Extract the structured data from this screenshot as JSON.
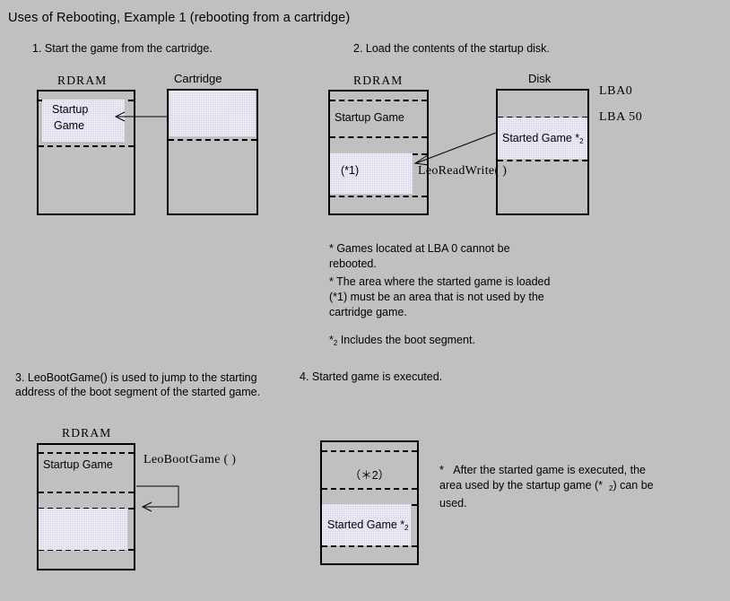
{
  "page": {
    "title": "Uses of Rebooting, Example 1 (rebooting from a cartridge)",
    "background_color": "#c0c0c0",
    "shade_color": "#ccccea",
    "line_color": "#000000"
  },
  "steps": [
    {
      "id": "step-1",
      "heading": "1. Start the game from the cartridge.",
      "boxes": [
        {
          "id": "rdram-1",
          "label": "RDRAM",
          "regions": [
            "Startup Game"
          ]
        },
        {
          "id": "cartridge-1",
          "label": "Cartridge",
          "regions": [
            ""
          ]
        }
      ]
    },
    {
      "id": "step-2",
      "heading": "2. Load the contents of the startup disk.",
      "boxes": [
        {
          "id": "rdram-2",
          "label": "RDRAM",
          "regions": [
            "Startup Game",
            "(*1)"
          ]
        },
        {
          "id": "disk-2",
          "label": "Disk",
          "regions": [
            "Started Game"
          ]
        }
      ],
      "disk_markers": [
        "LBA0",
        "LBA 50"
      ],
      "api_call": "LeoReadWrite( )"
    },
    {
      "id": "step-3",
      "heading": "3. LeoBootGame() is used to jump to the starting address of the boot segment of the started game.",
      "boxes": [
        {
          "id": "rdram-3",
          "label": "RDRAM",
          "regions": [
            "Startup Game",
            ""
          ]
        }
      ],
      "api_call": "LeoBootGame ( )"
    },
    {
      "id": "step-4",
      "heading": "4. Started game is executed.",
      "boxes": [
        {
          "id": "rdram-4",
          "label": "",
          "regions": [
            "（＊2）",
            "Started Game"
          ]
        }
      ]
    }
  ],
  "labels": {
    "rdram": "RDRAM",
    "cartridge": "Cartridge",
    "disk": "Disk",
    "startup_game": "Startup Game",
    "startup_game_line1": "Startup",
    "startup_game_line2": "Game",
    "started_game": "Started Game",
    "star1": "(*1)",
    "star2_paren": "（＊2）",
    "lba0": "LBA0",
    "lba50": "LBA 50",
    "leo_read_write": "LeoReadWrite( )",
    "leo_boot_game": "LeoBootGame ( )"
  },
  "footnote_marks": {
    "started_game_sup": "2",
    "boot_segment_mark": "2",
    "startup_area_mark": "2"
  },
  "notes": {
    "note_lba": {
      "line1": "* Games located at LBA 0 cannot be",
      "line2": "rebooted."
    },
    "note_area": {
      "line1": "* The area where the started game is loaded",
      "line2": "(*1) must be an area that is not used by the",
      "line3": "cartridge game."
    },
    "note_boot": {
      "prefix": "*",
      "text": "Includes the boot segment."
    },
    "note_reuse": {
      "line1_prefix": "*",
      "line1": "After the started game is executed, the",
      "line2": "area used by the startup game (*",
      "line2_suffix": ") can be",
      "line3": "used."
    }
  }
}
